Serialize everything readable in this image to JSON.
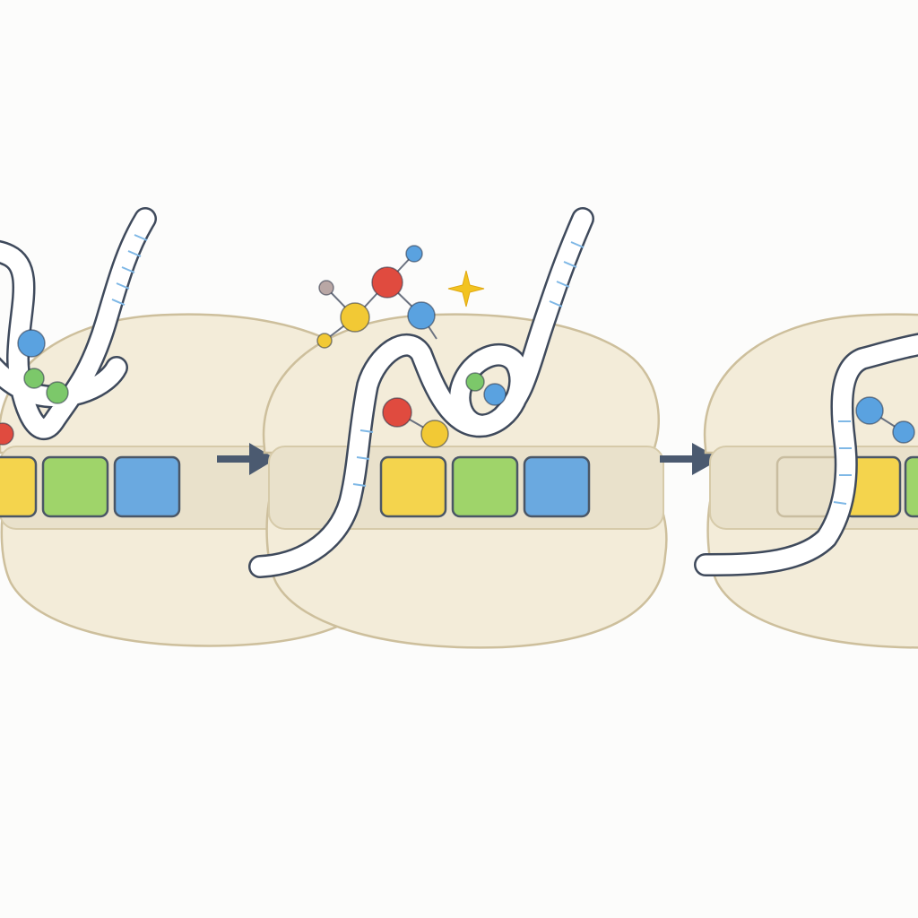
{
  "diagram": {
    "colors": {
      "background": "#fcfcfb",
      "ribosome_fill": "#f3ecd9",
      "ribosome_stroke": "#cdbf9c",
      "channel_fill": "#e9e1cb",
      "strand_fill": "#ffffff",
      "strand_outline": "#3f4a5c",
      "strand_band": "#7fb8e6",
      "codon_yellow": "#f4d44d",
      "codon_green": "#9fd46a",
      "codon_blue": "#6aa9e0",
      "codon_stroke": "#4a5666",
      "arrow": "#4b5a70",
      "atom_red": "#e04b3f",
      "atom_blue": "#5aa2e0",
      "atom_yellow": "#f2c935",
      "atom_green": "#7cc86a",
      "atom_gray": "#b9a7a5",
      "spark": "#f2c320"
    },
    "stages": [
      {
        "name": "stage-1",
        "codons": [
          "yellow",
          "green",
          "blue"
        ],
        "icons": [
          "blue-atom-icon",
          "green-atom-icon",
          "red-atom-icon"
        ]
      },
      {
        "name": "stage-2",
        "codons": [
          "yellow",
          "green",
          "blue"
        ],
        "icons": [
          "molecule-icon",
          "sparkle-icon",
          "red-yellow-dimer-icon"
        ]
      },
      {
        "name": "stage-3",
        "codons": [
          "empty",
          "yellow",
          "green"
        ],
        "icons": [
          "blue-atom-pair-icon"
        ]
      }
    ],
    "arrows": [
      "arrow-right-icon",
      "arrow-right-icon"
    ]
  }
}
